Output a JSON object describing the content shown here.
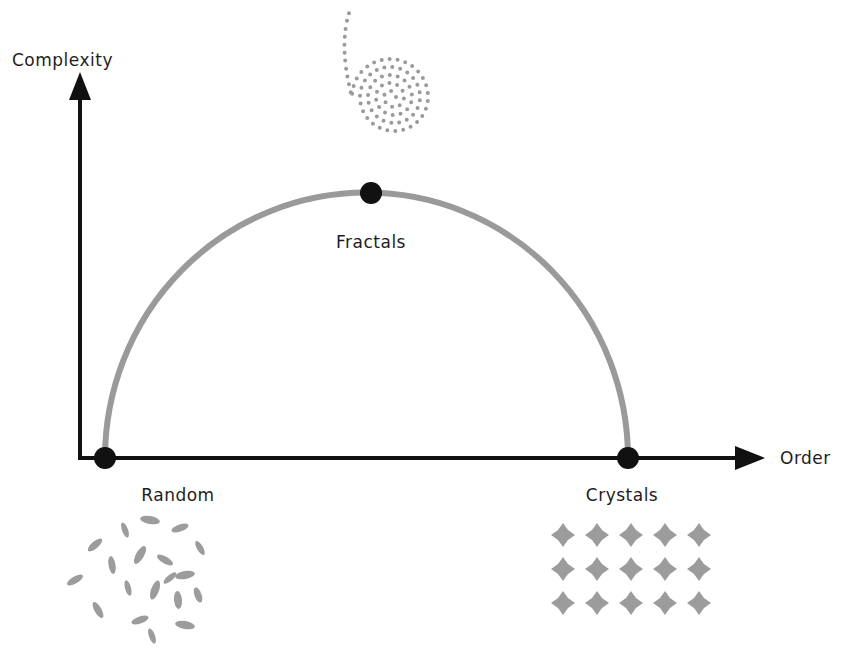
{
  "diagram": {
    "labels": [
      "Complexity",
      "Order",
      "Fractals",
      "Random",
      "Crystals"
    ]
  }
}
